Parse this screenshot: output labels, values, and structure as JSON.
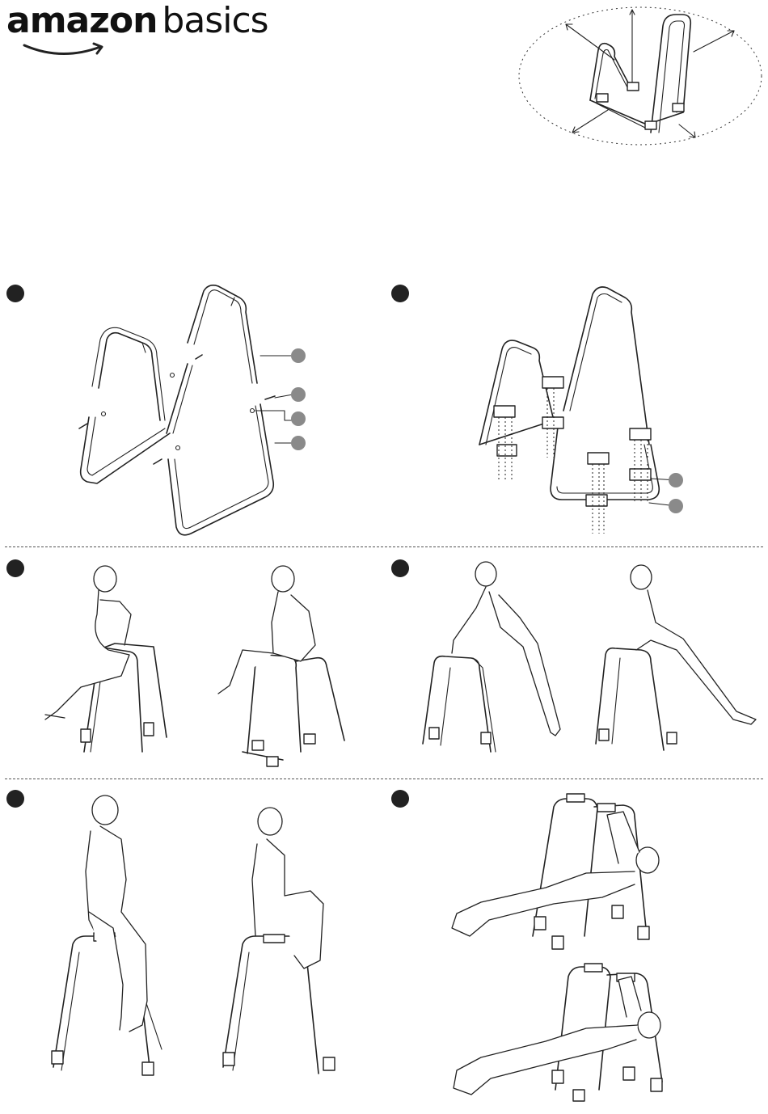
{
  "brand": {
    "name_bold": "amazon",
    "name_light": "basics",
    "smile_color": "#111111"
  },
  "hero": {
    "image": "dip-station-with-dimension-arrows"
  },
  "steps": [
    {
      "panel": "frame-assembly",
      "badge_color": "#222222",
      "parts_callouts": 4
    },
    {
      "panel": "foot-pads-attachment",
      "badge_color": "#222222",
      "parts_callouts": 2
    },
    {
      "panel": "tricep-dips-exercise",
      "badge_color": "#222222"
    },
    {
      "panel": "incline-push-up-exercise",
      "badge_color": "#222222"
    },
    {
      "panel": "step-up-exercise",
      "badge_color": "#222222"
    },
    {
      "panel": "inverted-row-exercise",
      "badge_color": "#222222"
    }
  ],
  "colors": {
    "line": "#222222",
    "callout": "#8a8a8a",
    "background": "#ffffff"
  }
}
